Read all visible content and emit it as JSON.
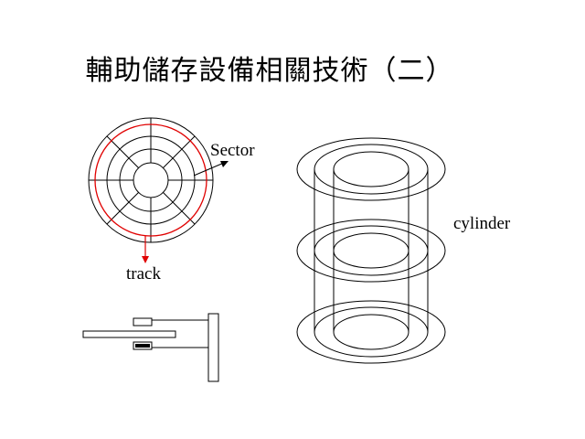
{
  "slide": {
    "title": "輔助儲存設備相關技術（二）"
  },
  "disk_diagram": {
    "sector_label": "Sector",
    "track_label": "track",
    "track_highlight_color": "#e00000"
  },
  "cylinder_diagram": {
    "cylinder_label": "cylinder"
  },
  "head_diagram": {
    "head_fill_color": "#000000"
  }
}
